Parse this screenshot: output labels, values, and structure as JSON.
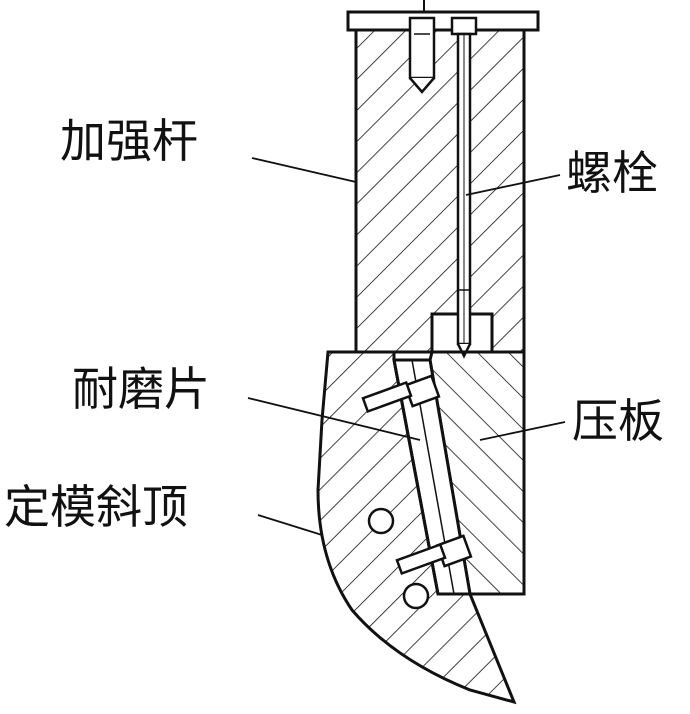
{
  "labels": {
    "reinforcing_rod": "加强杆",
    "bolt": "螺栓",
    "wear_plate": "耐磨片",
    "pressure_plate": "压板",
    "fixed_mold_lifter": "定模斜顶"
  },
  "colors": {
    "line": "#111111",
    "background": "#ffffff"
  }
}
